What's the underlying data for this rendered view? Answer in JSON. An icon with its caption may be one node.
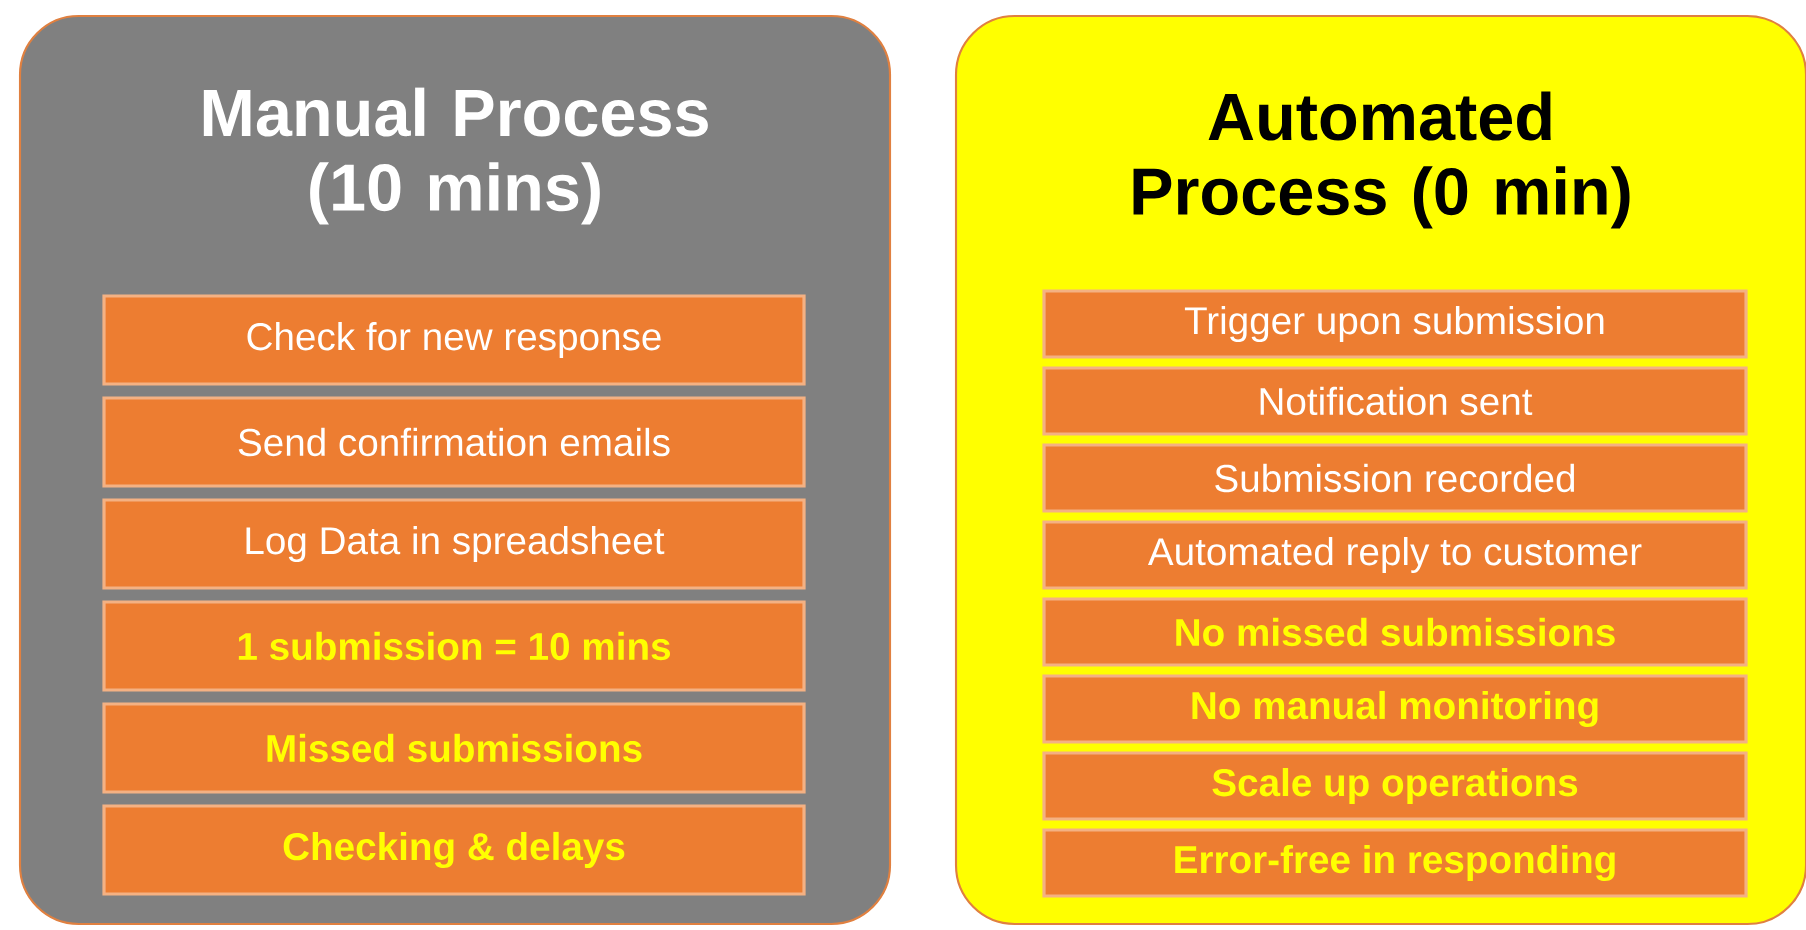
{
  "diagram": {
    "nodes": [
      {
        "text": [
          "Manual Process (10 mins)"
        ]
      },
      {
        "text": [
          "Check for new response"
        ],
        "in": 0
      },
      {
        "text": [
          "Send confirmation emails"
        ],
        "in": 0
      },
      {
        "text": [
          "Log Data in spreadsheet"
        ],
        "in": 0
      },
      {
        "text": [
          "1 submission = 10 mins"
        ],
        "in": 0
      },
      {
        "text": [
          "Missed submissions"
        ],
        "in": 0
      },
      {
        "text": [
          "Checking & delays"
        ],
        "in": 0
      },
      {
        "text": [
          "Automated Process (0 min)"
        ]
      },
      {
        "text": [
          "Trigger upon submission"
        ],
        "in": 7
      },
      {
        "text": [
          "Notification sent"
        ],
        "in": 7
      },
      {
        "text": [
          "Submission recorded"
        ],
        "in": 7
      },
      {
        "text": [
          "Automated reply to customer"
        ],
        "in": 7
      },
      {
        "text": [
          "No missed submissions"
        ],
        "in": 7
      },
      {
        "text": [
          "No manual monitoring"
        ],
        "in": 7
      },
      {
        "text": [
          "Scale up operations"
        ],
        "in": 7
      },
      {
        "text": [
          "Error-free in responding"
        ],
        "in": 7
      }
    ],
    "edges": []
  }
}
